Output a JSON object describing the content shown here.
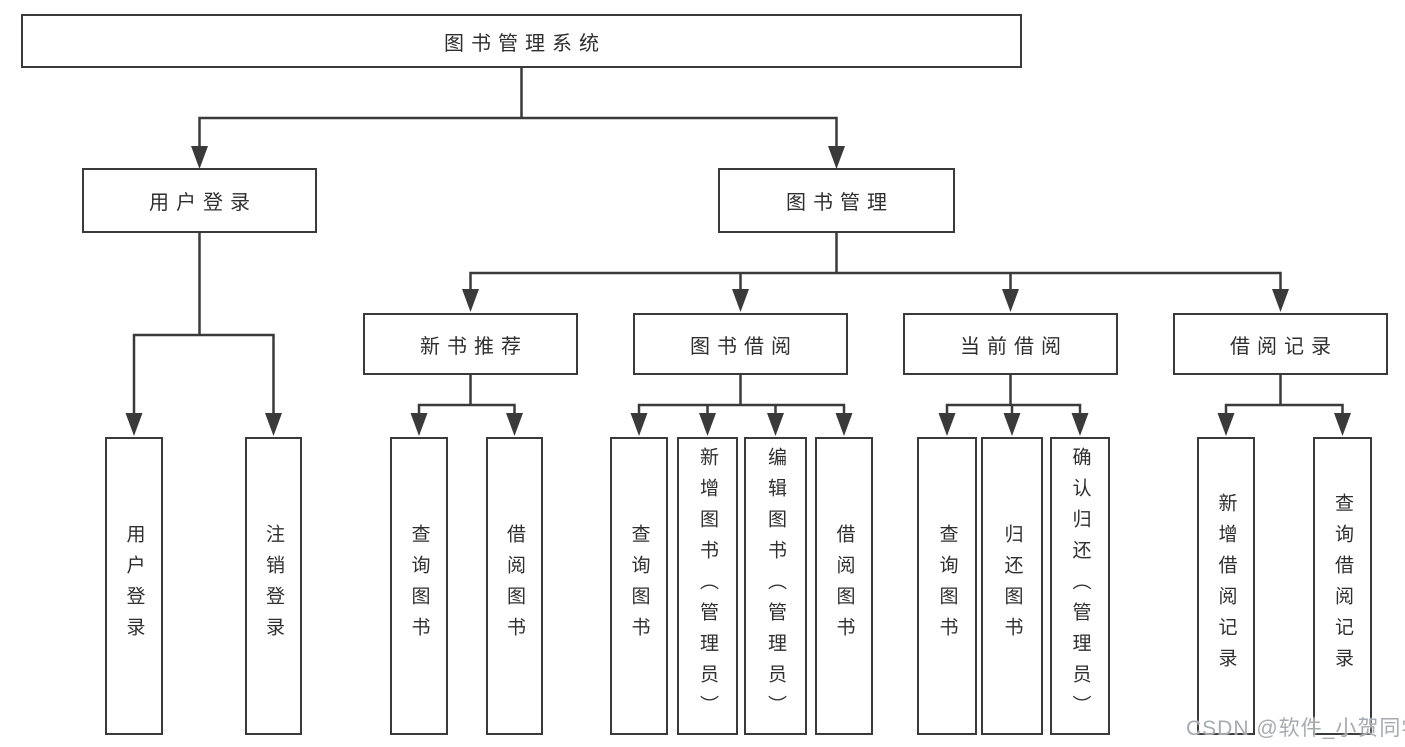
{
  "diagram": {
    "root": {
      "label": "图书管理系统"
    },
    "branches": [
      {
        "label": "用户登录",
        "children": [
          {
            "label": "用户登录"
          },
          {
            "label": "注销登录"
          }
        ]
      },
      {
        "label": "图书管理",
        "children": [
          {
            "label": "新书推荐",
            "children": [
              {
                "label": "查询图书"
              },
              {
                "label": "借阅图书"
              }
            ]
          },
          {
            "label": "图书借阅",
            "children": [
              {
                "label": "查询图书"
              },
              {
                "label": "新增图书（管理员）"
              },
              {
                "label": "编辑图书（管理员）"
              },
              {
                "label": "借阅图书"
              }
            ]
          },
          {
            "label": "当前借阅",
            "children": [
              {
                "label": "查询图书"
              },
              {
                "label": "归还图书"
              },
              {
                "label": "确认归还（管理员）"
              }
            ]
          },
          {
            "label": "借阅记录",
            "children": [
              {
                "label": "新增借阅记录"
              },
              {
                "label": "查询借阅记录"
              }
            ]
          }
        ]
      }
    ]
  },
  "watermark": {
    "text": "CSDN @软件_小贺同学"
  },
  "colors": {
    "line": "#3a3a3a",
    "text": "#2f2f2f",
    "watermark": "#a6abb2",
    "background": "#ffffff"
  }
}
